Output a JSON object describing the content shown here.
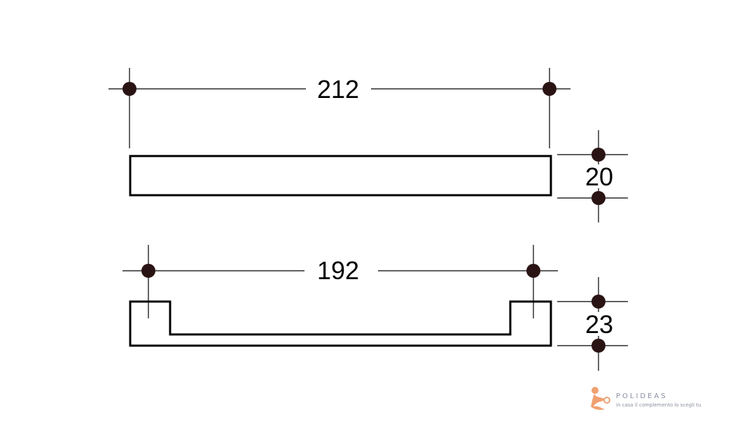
{
  "dimensions": {
    "top_length": "212",
    "top_height": "20",
    "bottom_length": "192",
    "bottom_height": "23"
  },
  "logo": {
    "brand": "POLIDEAS",
    "tagline": "in casa il complemento lo scegli tu",
    "accent_color": "#f0a070"
  }
}
